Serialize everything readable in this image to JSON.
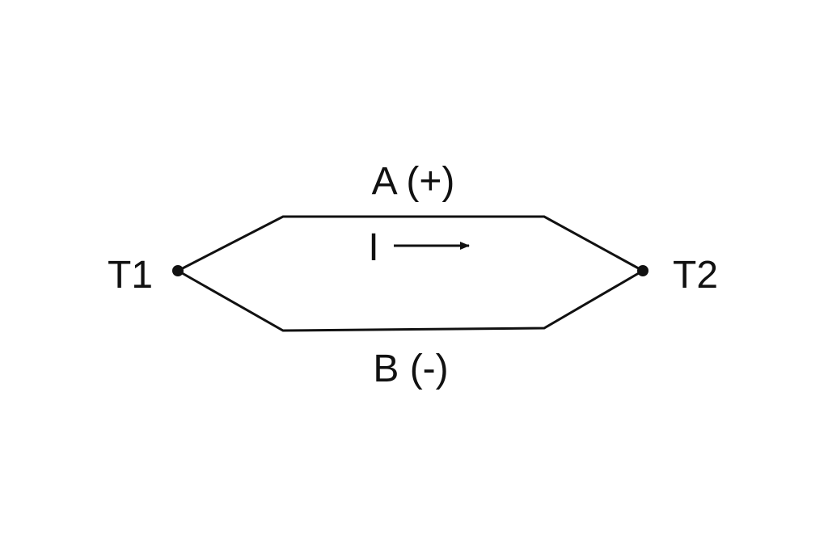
{
  "diagram": {
    "junction_left": "T1",
    "junction_right": "T2",
    "wire_top": "A (+)",
    "wire_bottom": "B (-)",
    "current": "I"
  },
  "colors": {
    "line": "#111111",
    "background": "#ffffff"
  }
}
